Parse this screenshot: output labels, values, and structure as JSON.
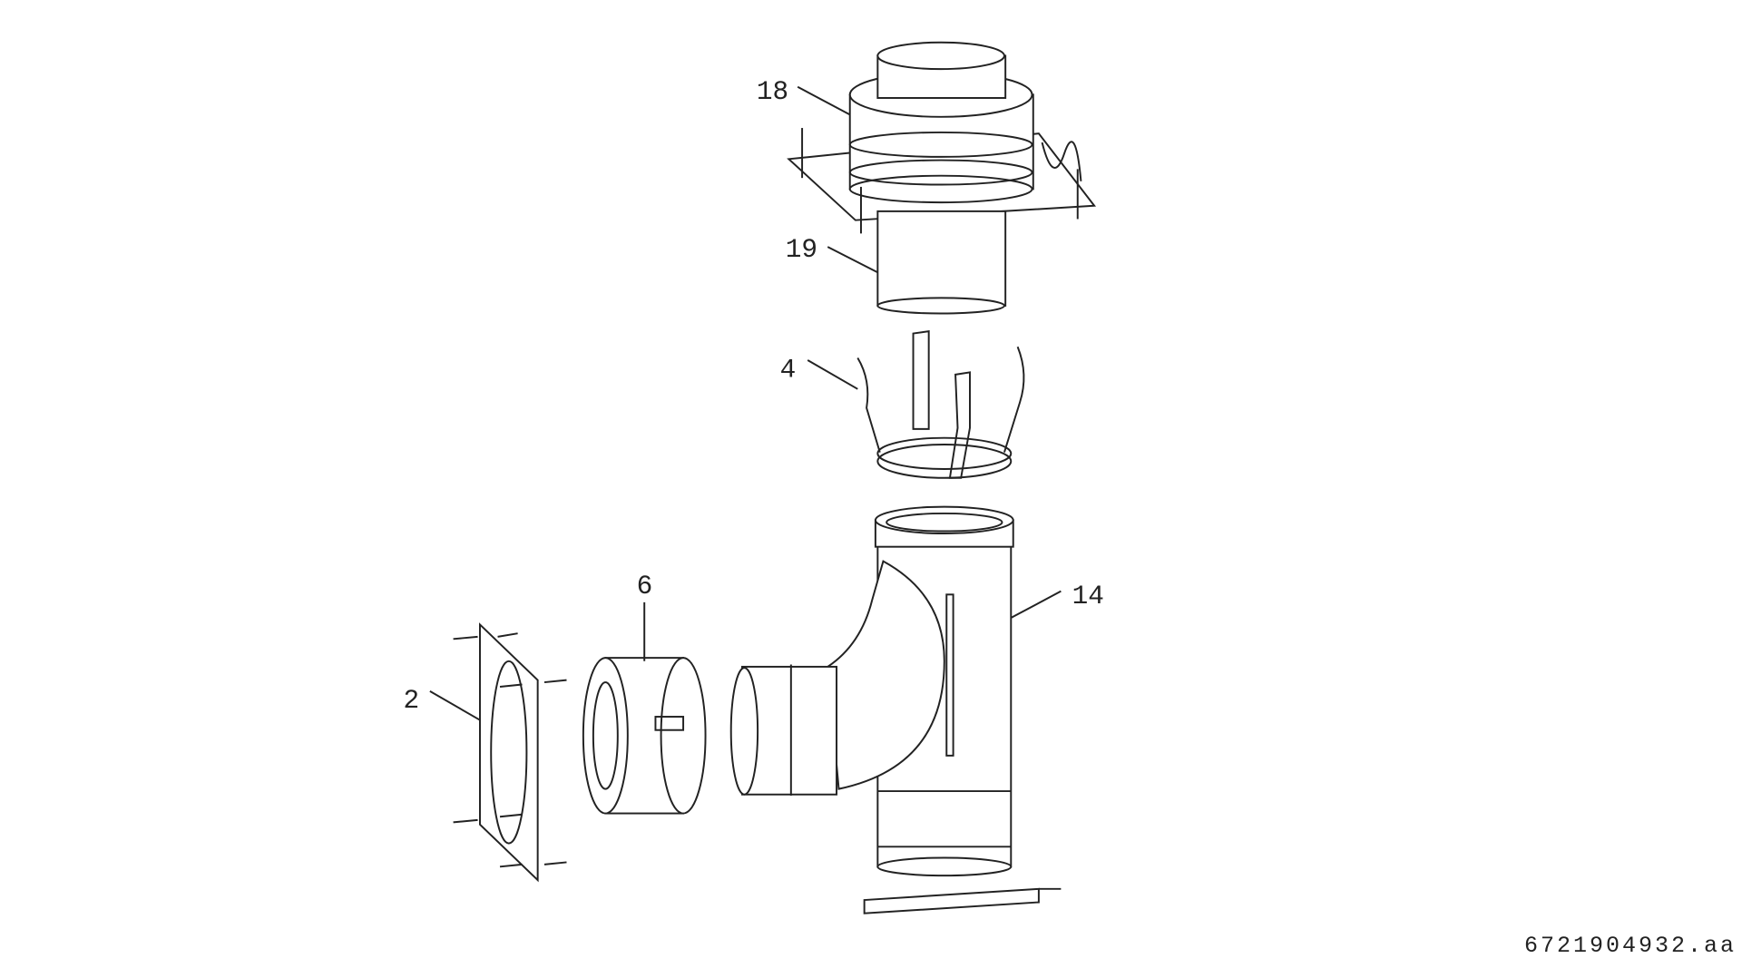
{
  "diagram": {
    "labels": {
      "p18": "18",
      "p19": "19",
      "p4": "4",
      "p6": "6",
      "p14": "14",
      "p2": "2"
    },
    "drawing_code": "6721904932.aa"
  }
}
